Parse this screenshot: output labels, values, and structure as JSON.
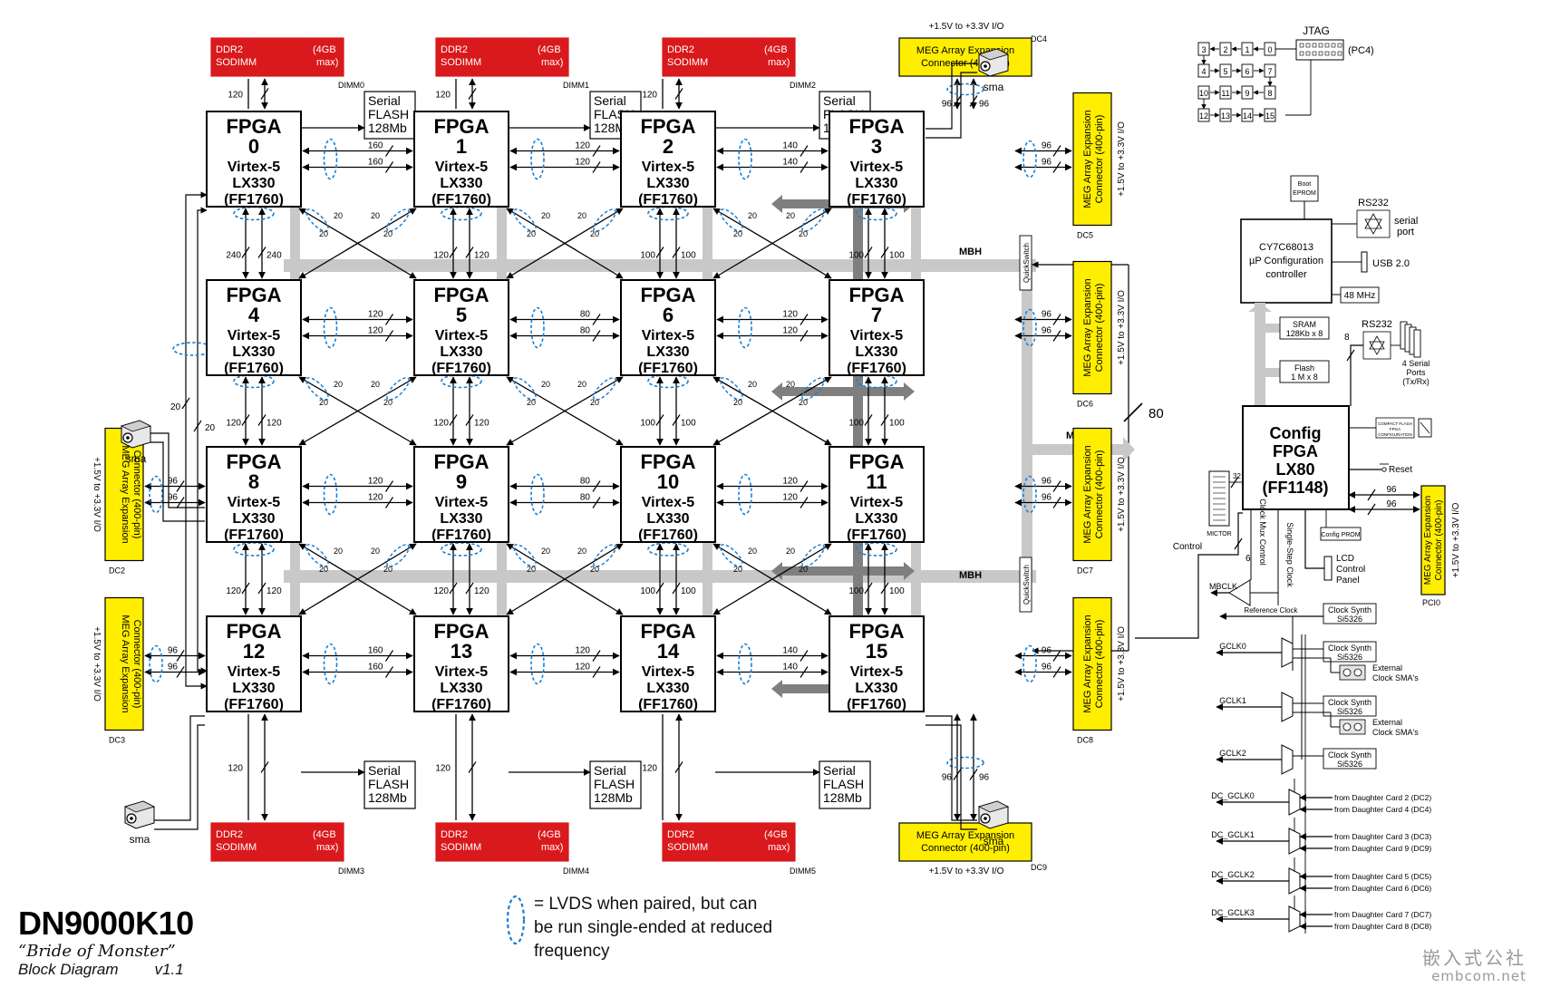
{
  "fpgas": [
    {
      "num": "0",
      "family": "Virtex-5",
      "model": "LX330",
      "pkg": "(FF1760)"
    },
    {
      "num": "1",
      "family": "Virtex-5",
      "model": "LX330",
      "pkg": "(FF1760)"
    },
    {
      "num": "2",
      "family": "Virtex-5",
      "model": "LX330",
      "pkg": "(FF1760)"
    },
    {
      "num": "3",
      "family": "Virtex-5",
      "model": "LX330",
      "pkg": "(FF1760)"
    },
    {
      "num": "4",
      "family": "Virtex-5",
      "model": "LX330",
      "pkg": "(FF1760)"
    },
    {
      "num": "5",
      "family": "Virtex-5",
      "model": "LX330",
      "pkg": "(FF1760)"
    },
    {
      "num": "6",
      "family": "Virtex-5",
      "model": "LX330",
      "pkg": "(FF1760)"
    },
    {
      "num": "7",
      "family": "Virtex-5",
      "model": "LX330",
      "pkg": "(FF1760)"
    },
    {
      "num": "8",
      "family": "Virtex-5",
      "model": "LX330",
      "pkg": "(FF1760)"
    },
    {
      "num": "9",
      "family": "Virtex-5",
      "model": "LX330",
      "pkg": "(FF1760)"
    },
    {
      "num": "10",
      "family": "Virtex-5",
      "model": "LX330",
      "pkg": "(FF1760)"
    },
    {
      "num": "11",
      "family": "Virtex-5",
      "model": "LX330",
      "pkg": "(FF1760)"
    },
    {
      "num": "12",
      "family": "Virtex-5",
      "model": "LX330",
      "pkg": "(FF1760)"
    },
    {
      "num": "13",
      "family": "Virtex-5",
      "model": "LX330",
      "pkg": "(FF1760)"
    },
    {
      "num": "14",
      "family": "Virtex-5",
      "model": "LX330",
      "pkg": "(FF1760)"
    },
    {
      "num": "15",
      "family": "Virtex-5",
      "model": "LX330",
      "pkg": "(FF1760)"
    }
  ],
  "fpga_label": "FPGA",
  "h_links": [
    [
      "160",
      "160",
      "120",
      "120",
      "140",
      "140"
    ],
    [
      "120",
      "120",
      "80",
      "80",
      "120",
      "120"
    ],
    [
      "120",
      "120",
      "80",
      "80",
      "120",
      "120"
    ],
    [
      "160",
      "160",
      "120",
      "120",
      "140",
      "140"
    ]
  ],
  "v_links": [
    [
      "240",
      "240",
      "120",
      "120",
      "100",
      "100",
      "100",
      "100"
    ],
    [
      "120",
      "120",
      "120",
      "120",
      "100",
      "100",
      "100",
      "100"
    ],
    [
      "120",
      "120",
      "120",
      "120",
      "100",
      "100",
      "100",
      "100"
    ]
  ],
  "diag_label": "20",
  "ddr": [
    {
      "line1": "DDR2",
      "line2": "SODIMM",
      "cap1": "(4GB",
      "cap2": "max)",
      "id": "DIMM0",
      "width": "120"
    },
    {
      "line1": "DDR2",
      "line2": "SODIMM",
      "cap1": "(4GB",
      "cap2": "max)",
      "id": "DIMM1",
      "width": "120"
    },
    {
      "line1": "DDR2",
      "line2": "SODIMM",
      "cap1": "(4GB",
      "cap2": "max)",
      "id": "DIMM2",
      "width": "120"
    },
    {
      "line1": "DDR2",
      "line2": "SODIMM",
      "cap1": "(4GB",
      "cap2": "max)",
      "id": "DIMM3",
      "width": "120"
    },
    {
      "line1": "DDR2",
      "line2": "SODIMM",
      "cap1": "(4GB",
      "cap2": "max)",
      "id": "DIMM4",
      "width": "120"
    },
    {
      "line1": "DDR2",
      "line2": "SODIMM",
      "cap1": "(4GB",
      "cap2": "max)",
      "id": "DIMM5",
      "width": "120"
    }
  ],
  "flash": {
    "line1": "Serial",
    "line2": "FLASH",
    "line3": "128Mb"
  },
  "meg": {
    "line1": "MEG Array Expansion",
    "line2": "Connector (400-pin)",
    "io": "+1.5V to +3.3V I/O",
    "width": "96",
    "ids": {
      "top": "DC4",
      "bottom": "DC9",
      "r0": "DC5",
      "r1": "DC6",
      "r2": "DC7",
      "r3": "DC8",
      "l2": "DC2",
      "l3": "DC3",
      "pci": "PCI0"
    }
  },
  "sma_label": "sma",
  "bus": {
    "mbv": "MBV",
    "mbh": "MBH",
    "width80": "80",
    "quickswitch": "QuickSwitch"
  },
  "jtag": {
    "title": "JTAG",
    "pc": "(PC4)",
    "grid": [
      [
        "3",
        "2",
        "1",
        "0"
      ],
      [
        "4",
        "5",
        "6",
        "7"
      ],
      [
        "10",
        "11",
        "9",
        "8"
      ],
      [
        "12",
        "13",
        "14",
        "15"
      ]
    ]
  },
  "usb_ctrl": {
    "line1": "CY7C68013",
    "line2": "µP Configuration",
    "line3": "controller"
  },
  "boot_eprom": {
    "line1": "Boot",
    "line2": "EPROM"
  },
  "rs232_a": {
    "title": "RS232",
    "label1": "serial",
    "label2": "port"
  },
  "usb": "USB 2.0",
  "mhz": "48 MHz",
  "sram": {
    "line1": "SRAM",
    "line2": "128Kb x 8"
  },
  "flashmem": {
    "line1": "Flash",
    "line2": "1 M x 8"
  },
  "rs232_b": {
    "title": "RS232",
    "width": "8",
    "l1": "4 Serial",
    "l2": "Ports",
    "l3": "(Tx/Rx)"
  },
  "config_fpga": {
    "line1": "Config",
    "line2": "FPGA",
    "line3": "LX80",
    "line4": "(FF1148)"
  },
  "cf": {
    "line1": "COMPACT FLASH",
    "line2": "FPGA",
    "line3": "CONFIGURATION"
  },
  "reset": "Reset",
  "mictor": {
    "label": "MICTOR",
    "width": "32"
  },
  "config_prom": "Config PROM",
  "lcd": {
    "line1": "LCD",
    "line2": "Control",
    "line3": "Panel"
  },
  "control": {
    "label": "Control",
    "width": "6",
    "clockmux": "Clock Mux Control",
    "singlestep": "Single-Step Clock"
  },
  "mbclk": "MBCLK",
  "ref_clock": "Reference Clock",
  "clock_synth": {
    "line1": "Clock Synth",
    "line2": "Si5326"
  },
  "gclks": [
    "GCLK0",
    "GCLK1",
    "GCLK2"
  ],
  "ext_sma": {
    "line1": "External",
    "line2": "Clock SMA's"
  },
  "dc_gclks": [
    {
      "name": "DC_GCLK0",
      "a": "from Daughter Card 2 (DC2)",
      "b": "from Daughter Card 4 (DC4)"
    },
    {
      "name": "DC_GCLK1",
      "a": "from Daughter Card 3 (DC3)",
      "b": "from Daughter Card 9 (DC9)"
    },
    {
      "name": "DC_GCLK2",
      "a": "from Daughter Card 5 (DC5)",
      "b": "from Daughter Card 6 (DC6)"
    },
    {
      "name": "DC_GCLK3",
      "a": "from Daughter Card 7 (DC7)",
      "b": "from Daughter Card 8 (DC8)"
    }
  ],
  "legend": "= LVDS when paired, but can be run single-ended at reduced frequency",
  "title": {
    "main": "DN9000K10",
    "sub": "“Bride of Monster”",
    "line3a": "Block Diagram",
    "line3b": "v1.1"
  },
  "watermark": {
    "cn": "嵌入式公社",
    "url": "embcom.net"
  },
  "colors": {
    "ddr": "#d9191c",
    "meg": "#ffee00",
    "bus_dark": "#7f7f7f",
    "bus_light": "#c8c8c8",
    "lvds": "#1a7fd4"
  }
}
